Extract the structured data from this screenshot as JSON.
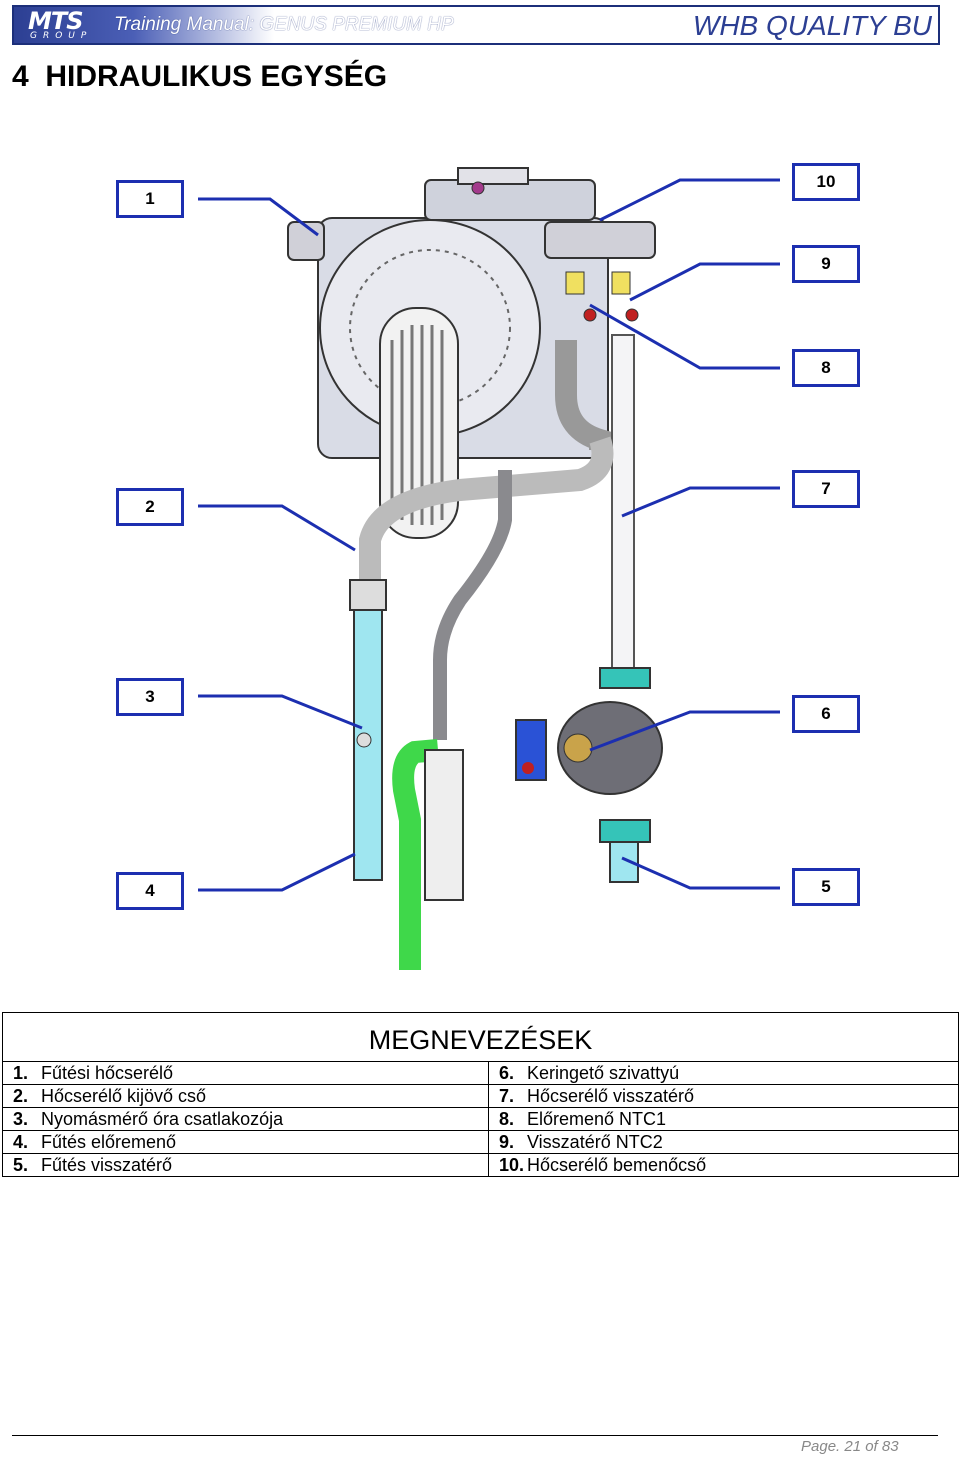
{
  "header": {
    "logo_main": "MTS",
    "logo_sub": "GROUP",
    "doc_title": "Training Manual: GENUS PREMIUM HP",
    "unit": "WHB QUALITY BU"
  },
  "section": {
    "number": "4",
    "title": "HIDRAULIKUS EGYSÉG"
  },
  "callouts": [
    "1",
    "2",
    "3",
    "4",
    "5",
    "6",
    "7",
    "8",
    "9",
    "10"
  ],
  "legend": {
    "heading": "MEGNEVEZÉSEK",
    "rows": [
      {
        "left_num": "1.",
        "left": "Fűtési hőcserélő",
        "right_num": "6.",
        "right": "Keringető szivattyú"
      },
      {
        "left_num": "2.",
        "left": "Hőcserélő kijövő cső",
        "right_num": "7.",
        "right": "Hőcserélő visszatérő"
      },
      {
        "left_num": "3.",
        "left": "Nyomásmérő óra csatlakozója",
        "right_num": "8.",
        "right": "Előremenő NTC1"
      },
      {
        "left_num": "4.",
        "left": "Fűtés előremenő",
        "right_num": "9.",
        "right": "Visszatérő NTC2"
      },
      {
        "left_num": "5.",
        "left": "Fűtés visszatérő",
        "right_num": "10.",
        "right": "Hőcserélő bemenőcső"
      }
    ]
  },
  "footer": {
    "page_text": "Page. 21 of 83"
  },
  "colors": {
    "brand": "#2c3f93",
    "callout_border": "#1c2fb0",
    "flow_pipe": "#3fd84a",
    "return_pipe": "#9fe6f0"
  }
}
